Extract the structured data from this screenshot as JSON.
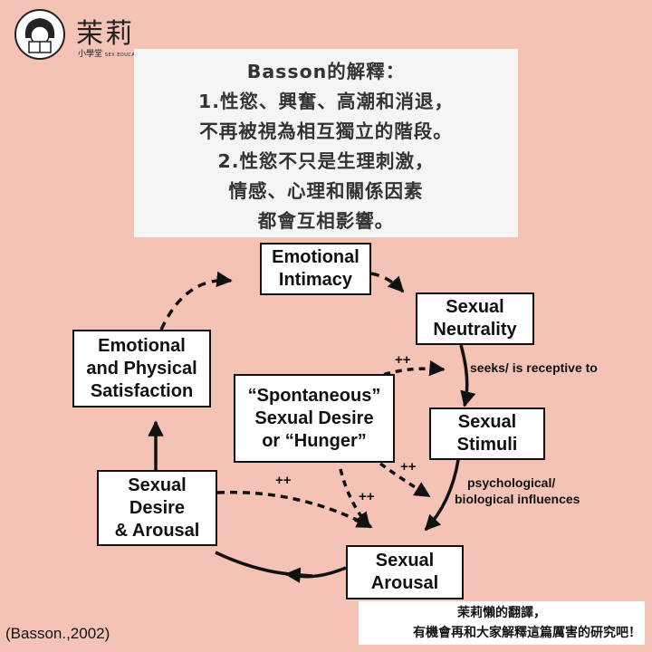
{
  "brand": {
    "name": "茉莉",
    "subtitle": "小學堂",
    "subtitle_small": "SEX EDUCATION"
  },
  "intro": {
    "lines": [
      "Basson的解釋：",
      "1.性慾、興奮、高潮和消退，",
      "不再被視為相互獨立的階段。",
      "2.性慾不只是生理刺激，",
      "情感、心理和關係因素",
      "都會互相影響。"
    ]
  },
  "diagram": {
    "nodes": {
      "emotional_intimacy": [
        "Emotional",
        "Intimacy"
      ],
      "sexual_neutrality": [
        "Sexual",
        "Neutrality"
      ],
      "sexual_stimuli": [
        "Sexual",
        "Stimuli"
      ],
      "sexual_arousal": [
        "Sexual",
        "Arousal"
      ],
      "desire_arousal": [
        "Sexual",
        "Desire",
        "& Arousal"
      ],
      "satisfaction": [
        "Emotional",
        "and Physical",
        "Satisfaction"
      ],
      "spontaneous": [
        "“Spontaneous”",
        "Sexual Desire",
        "or “Hunger”"
      ]
    },
    "labels": {
      "receptive": "seeks/ is receptive to",
      "influences_1": "psychological/",
      "influences_2": "biological influences"
    },
    "plus_plus": "++"
  },
  "citation": "(Basson.,2002)",
  "note": {
    "line1": "茉莉懶的翻譯，",
    "line2": "有機會再和大家解釋這篇厲害的研究吧！"
  },
  "colors": {
    "background": "#f4c3b5",
    "panel": "#f5f5f5",
    "ink": "#111111"
  }
}
